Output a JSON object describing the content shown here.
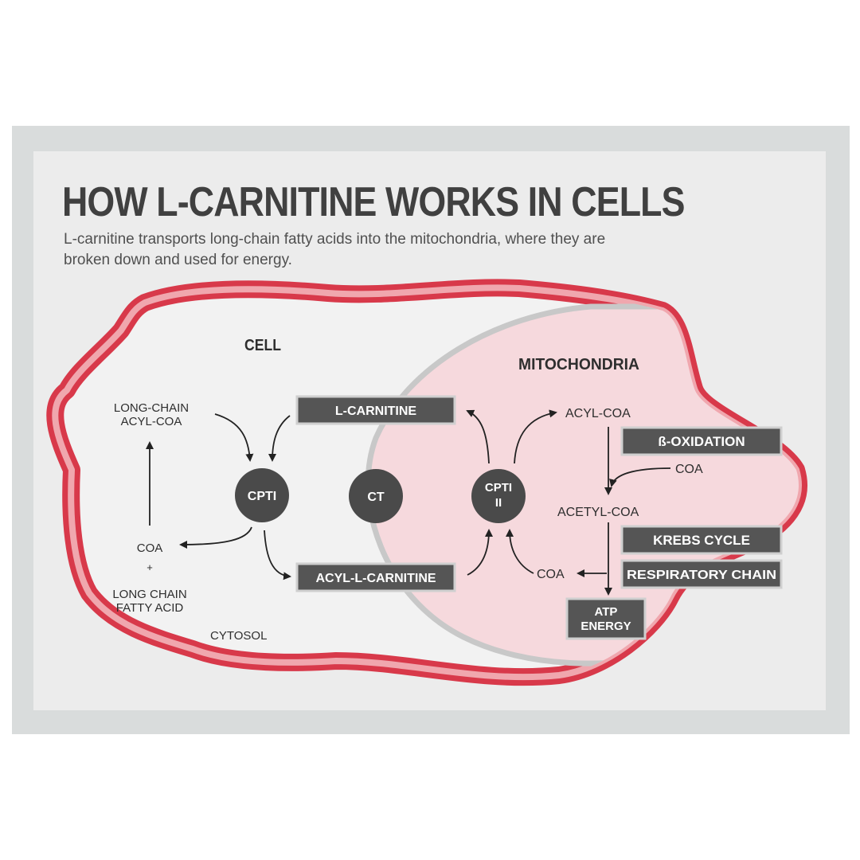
{
  "header": {
    "title": "HOW L-CARNITINE WORKS IN CELLS",
    "subtitle": "L-carnitine transports long-chain fatty acids into the mitochondria, where they are broken down and used for energy."
  },
  "regions": {
    "cell": "CELL",
    "mitochondria": "MITOCHONDRIA",
    "cytosol": "CYTOSOL"
  },
  "labels": {
    "long_chain_acyl_coa_1": "LONG-CHAIN",
    "long_chain_acyl_coa_2": "ACYL-COA",
    "coa_left": "COA",
    "plus": "+",
    "long_chain_fatty_acid_1": "LONG CHAIN",
    "long_chain_fatty_acid_2": "FATTY ACID",
    "acyl_coa": "ACYL-COA",
    "coa_right_top": "COA",
    "acetyl_coa": "ACETYL-COA",
    "coa_right_bottom": "COA"
  },
  "enzymes": {
    "cpt1": "CPTI",
    "ct": "CT",
    "cpt2_1": "CPTI",
    "cpt2_2": "II"
  },
  "boxes": {
    "l_carnitine": "L-CARNITINE",
    "acyl_l_carnitine": "ACYL-L-CARNITINE",
    "beta_oxidation": "ß-OXIDATION",
    "krebs_cycle": "KREBS CYCLE",
    "respiratory_chain": "RESPIRATORY CHAIN",
    "atp_1": "ATP",
    "atp_2": "ENERGY"
  },
  "colors": {
    "membrane_outer": "#d8394a",
    "membrane_inner": "#f0a7ae",
    "cytosol": "#f2f2f2",
    "mitochondria_fill": "#f6d9dd",
    "mitochondria_border": "#c8c8c8",
    "box_fill": "#555555",
    "text_dark": "#3a3a3a"
  }
}
